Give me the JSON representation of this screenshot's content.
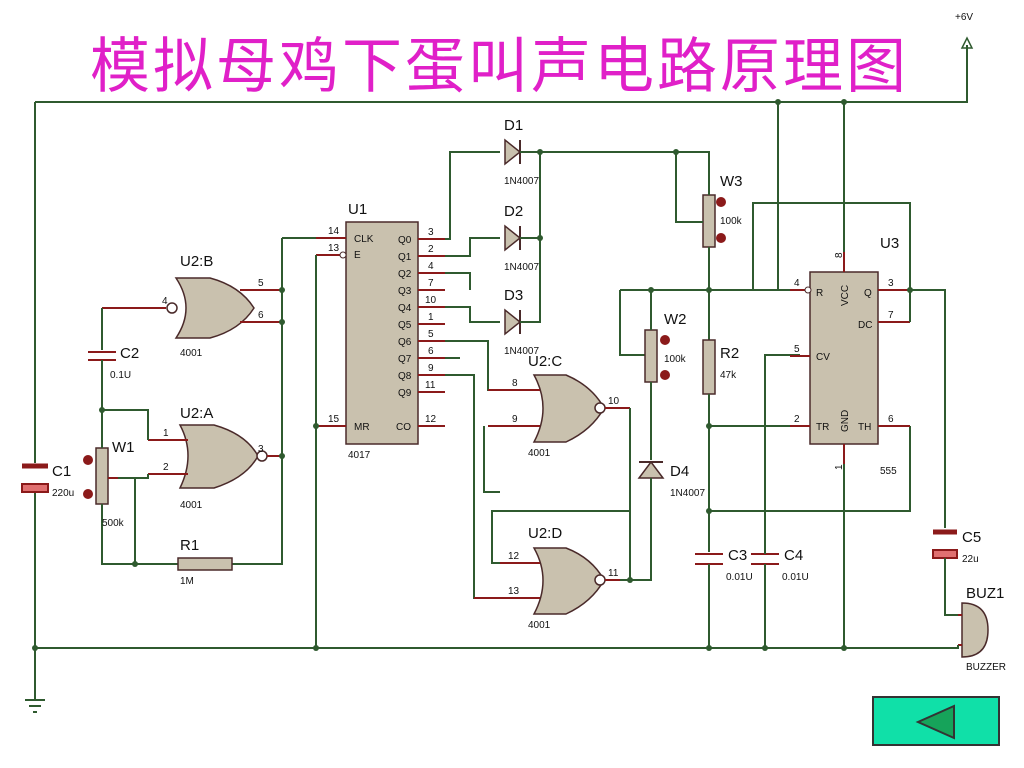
{
  "title": "模拟母鸡下蛋叫声电路原理图",
  "supply": "+6V",
  "colors": {
    "title": "#e020c8",
    "wire": "#2f5a2f",
    "button": "#10e0a8"
  },
  "components": {
    "u1": {
      "ref": "U1",
      "part": "4017",
      "pins": {
        "clk": "CLK",
        "e": "E",
        "mr": "MR",
        "co": "CO",
        "q0": "Q0",
        "q1": "Q1",
        "q2": "Q2",
        "q3": "Q3",
        "q4": "Q4",
        "q5": "Q5",
        "q6": "Q6",
        "q7": "Q7",
        "q8": "Q8",
        "q9": "Q9"
      },
      "pin_numbers": {
        "clk": "14",
        "e": "13",
        "mr": "15",
        "co": "12",
        "q0": "3",
        "q1": "2",
        "q2": "4",
        "q3": "7",
        "q4": "10",
        "q5": "1",
        "q6": "5",
        "q7": "6",
        "q8": "9",
        "q9": "11"
      }
    },
    "u2b": {
      "ref": "U2:B",
      "part": "4001",
      "in1": "5",
      "in2": "6",
      "out": "4"
    },
    "u2a": {
      "ref": "U2:A",
      "part": "4001",
      "in1": "1",
      "in2": "2",
      "out": "3"
    },
    "u2c": {
      "ref": "U2:C",
      "part": "4001",
      "in1": "8",
      "in2": "9",
      "out": "10"
    },
    "u2d": {
      "ref": "U2:D",
      "part": "4001",
      "in1": "12",
      "in2": "13",
      "out": "11"
    },
    "u3": {
      "ref": "U3",
      "part": "555",
      "pins": {
        "r": "R",
        "vcc": "VCC",
        "q": "Q",
        "dc": "DC",
        "cv": "CV",
        "tr": "TR",
        "gnd": "GND",
        "th": "TH"
      },
      "pin_numbers": {
        "r": "4",
        "vcc": "8",
        "q": "3",
        "dc": "7",
        "cv": "5",
        "tr": "2",
        "gnd": "1",
        "th": "6"
      }
    },
    "d1": {
      "ref": "D1",
      "value": "1N4007"
    },
    "d2": {
      "ref": "D2",
      "value": "1N4007"
    },
    "d3": {
      "ref": "D3",
      "value": "1N4007"
    },
    "d4": {
      "ref": "D4",
      "value": "1N4007"
    },
    "w1": {
      "ref": "W1",
      "value": "500k"
    },
    "w2": {
      "ref": "W2",
      "value": "100k"
    },
    "w3": {
      "ref": "W3",
      "value": "100k"
    },
    "r1": {
      "ref": "R1",
      "value": "1M"
    },
    "r2": {
      "ref": "R2",
      "value": "47k"
    },
    "c1": {
      "ref": "C1",
      "value": "220u"
    },
    "c2": {
      "ref": "C2",
      "value": "0.1U"
    },
    "c3": {
      "ref": "C3",
      "value": "0.01U"
    },
    "c4": {
      "ref": "C4",
      "value": "0.01U"
    },
    "c5": {
      "ref": "C5",
      "value": "22u"
    },
    "buz1": {
      "ref": "BUZ1",
      "value": "BUZZER"
    }
  },
  "nav": {
    "back_icon": "left-triangle-icon"
  }
}
